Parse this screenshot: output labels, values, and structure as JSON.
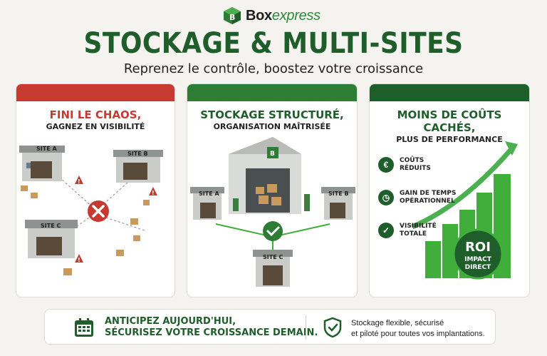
{
  "brand": {
    "name_part1": "Box",
    "name_part2": "express"
  },
  "header": {
    "title": "STOCKAGE & MULTI-SITES",
    "subtitle": "Reprenez le contrôle, boostez votre croissance"
  },
  "panels": [
    {
      "title_line1": "FINI LE CHAOS,",
      "title_line2": "GAGNEZ EN VISIBILITÉ",
      "sites": [
        "SITE A",
        "SITE B",
        "SITE C"
      ]
    },
    {
      "title_line1": "STOCKAGE STRUCTURÉ,",
      "title_line2": "ORGANISATION MAÎTRISÉE",
      "sites": [
        "SITE A",
        "SITE B",
        "SITE C"
      ]
    },
    {
      "title_line1": "MOINS DE COÛTS CACHÉS,",
      "title_line2": "PLUS DE PERFORMANCE",
      "metrics": [
        {
          "icon": "euro-icon",
          "glyph": "€",
          "label": "COÛTS\nRÉDUITS"
        },
        {
          "icon": "clock-icon",
          "glyph": "◷",
          "label": "GAIN DE TEMPS\nOPÉRATIONNEL"
        },
        {
          "icon": "check-icon",
          "glyph": "✓",
          "label": "VISIBILITÉ\nTOTALE"
        }
      ],
      "roi": {
        "line1": "ROI",
        "line2": "IMPACT",
        "line3": "DIRECT"
      }
    }
  ],
  "footer": {
    "cta_line1": "ANTICIPEZ AUJOURD'HUI,",
    "cta_line2": "SÉCURISEZ VOTRE CROISSANCE DEMAIN.",
    "info_line1": "Stockage flexible, sécurisé",
    "info_line2": "et piloté pour toutes vos implantations."
  },
  "colors": {
    "green_dark": "#1f5d2b",
    "green": "#2e7d35",
    "red": "#c73a32",
    "accent_green": "#3fae3a"
  }
}
